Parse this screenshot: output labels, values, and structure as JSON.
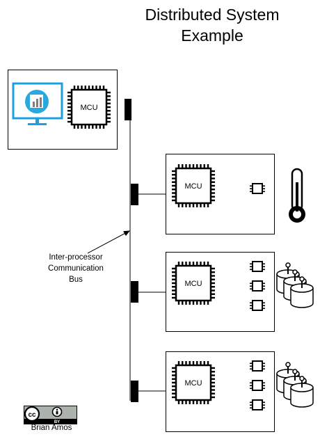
{
  "diagram": {
    "title_line1": "Distributed System",
    "title_line2": "Example",
    "bus_label_lines": [
      "Inter-processor",
      "Communication",
      "Bus"
    ],
    "mcu_label": "MCU",
    "author": "Brian Amos",
    "license_badge": {
      "type": "cc-by",
      "by_text": "BY"
    },
    "colors": {
      "stroke": "#000000",
      "monitor_frame": "#1ba1e2",
      "monitor_screen": "#ffffff",
      "chart_bar": "#7f7f7f",
      "chart_circle": "#29a8e0"
    },
    "nodes": [
      {
        "name": "display-node",
        "peripheral": "monitor-icon",
        "extra_chips": 0
      },
      {
        "name": "temperature-node",
        "peripheral": "thermometer-icon",
        "extra_chips": 1
      },
      {
        "name": "actuator-node-1",
        "peripheral": "valves-icon",
        "extra_chips": 3
      },
      {
        "name": "actuator-node-2",
        "peripheral": "valves-icon",
        "extra_chips": 3
      }
    ]
  }
}
